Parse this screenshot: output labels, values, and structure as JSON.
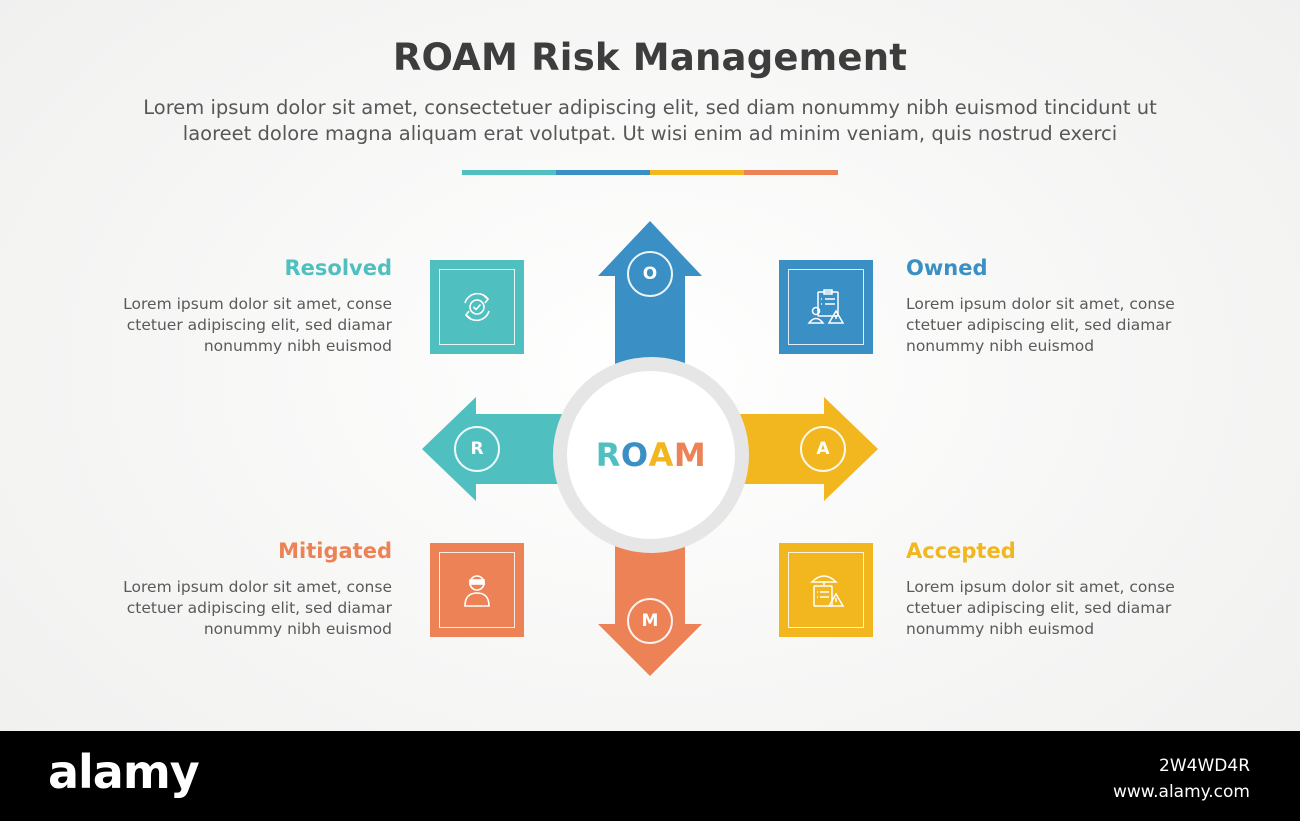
{
  "title": "ROAM Risk Management",
  "subtitle_line1": "Lorem ipsum dolor sit amet, consectetuer adipiscing elit, sed diam nonummy nibh euismod tincidunt ut",
  "subtitle_line2": "laoreet dolore magna aliquam erat volutpat. Ut wisi enim ad minim veniam, quis nostrud exerci",
  "colors": {
    "resolved": "#4fbfbf",
    "owned": "#3a8fc4",
    "accepted": "#f2b61e",
    "mitigated": "#ec8255",
    "hub_ring": "#e6e6e6"
  },
  "hub": {
    "letters": [
      "R",
      "O",
      "A",
      "M"
    ]
  },
  "items": {
    "resolved": {
      "title": "Resolved",
      "letter": "R",
      "icon": "cycle-check-icon",
      "text1": "Lorem ipsum dolor sit amet, conse",
      "text2": "ctetuer adipiscing elit, sed diamar",
      "text3": "nonummy nibh euismod"
    },
    "owned": {
      "title": "Owned",
      "letter": "O",
      "icon": "clipboard-person-warning-icon",
      "text1": "Lorem ipsum dolor sit amet, conse",
      "text2": "ctetuer adipiscing elit, sed diamar",
      "text3": "nonummy nibh euismod"
    },
    "mitigated": {
      "title": "Mitigated",
      "letter": "M",
      "icon": "masked-person-icon",
      "text1": "Lorem ipsum dolor sit amet, conse",
      "text2": "ctetuer adipiscing elit, sed diamar",
      "text3": "nonummy nibh euismod"
    },
    "accepted": {
      "title": "Accepted",
      "letter": "A",
      "icon": "umbrella-clipboard-warning-icon",
      "text1": "Lorem ipsum dolor sit amet, conse",
      "text2": "ctetuer adipiscing elit, sed diamar",
      "text3": "nonummy nibh euismod"
    }
  },
  "footer": {
    "logo": "alamy",
    "image_id": "2W4WD4R",
    "site": "www.alamy.com"
  }
}
